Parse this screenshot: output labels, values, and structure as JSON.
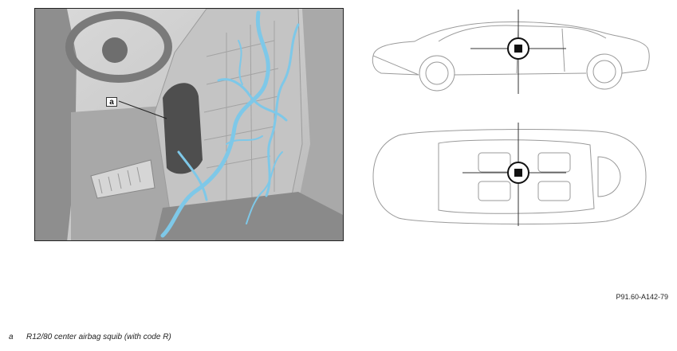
{
  "figure": {
    "callout_letter": "a",
    "reference_code": "P91.60-A142-79"
  },
  "legend": {
    "items": [
      {
        "key": "a",
        "text": "R12/80 center airbag squib (with code R)"
      }
    ]
  },
  "colors": {
    "wiring_harness": "#7ec8e8",
    "photo_background": "#cfcfcf",
    "line_art": "#9a9a9a",
    "locator_marker": "#111111"
  }
}
